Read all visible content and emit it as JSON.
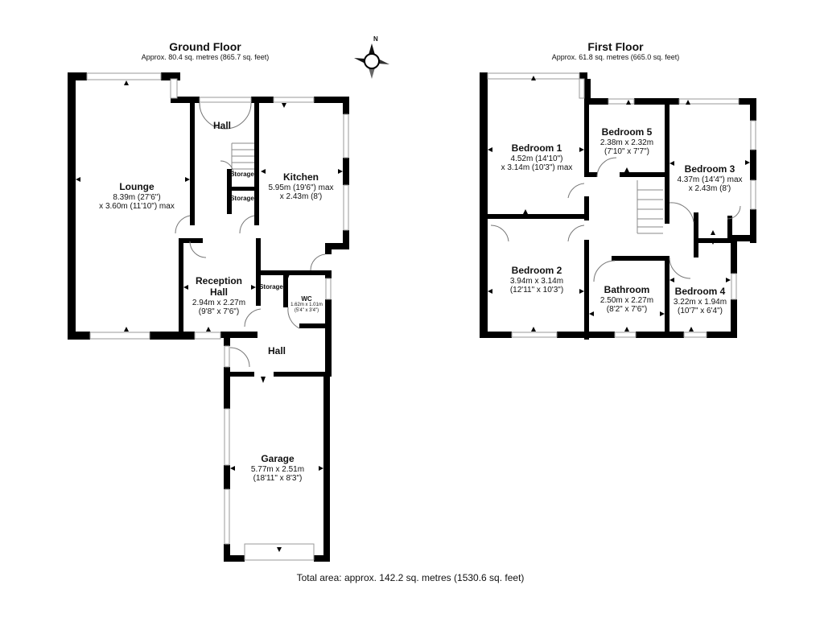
{
  "ground_floor": {
    "title": "Ground Floor",
    "area": "Approx. 80.4 sq. metres (865.7 sq. feet)",
    "rooms": [
      {
        "name": "Lounge",
        "dims": [
          "8.39m (27'6\")",
          "x 3.60m (11'10\") max"
        ]
      },
      {
        "name": "Hall",
        "dims": []
      },
      {
        "name": "Storage",
        "dims": []
      },
      {
        "name": "Storage",
        "dims": []
      },
      {
        "name": "Kitchen",
        "dims": [
          "5.95m (19'6\") max",
          "x 2.43m (8')"
        ]
      },
      {
        "name": "Reception Hall",
        "dims": [
          "2.94m x 2.27m",
          "(9'8\" x 7'6\")"
        ]
      },
      {
        "name": "Storage",
        "dims": []
      },
      {
        "name": "WC",
        "dims": [
          "1.62m x 1.01m",
          "(5'4\" x 3'4\")"
        ]
      },
      {
        "name": "Hall",
        "dims": []
      },
      {
        "name": "Garage",
        "dims": [
          "5.77m x 2.51m",
          "(18'11\" x 8'3\")"
        ]
      }
    ]
  },
  "first_floor": {
    "title": "First Floor",
    "area": "Approx. 61.8 sq. metres (665.0 sq. feet)",
    "rooms": [
      {
        "name": "Bedroom 1",
        "dims": [
          "4.52m (14'10\")",
          "x 3.14m (10'3\") max"
        ]
      },
      {
        "name": "Bedroom 5",
        "dims": [
          "2.38m x 2.32m",
          "(7'10\" x 7'7\")"
        ]
      },
      {
        "name": "Bedroom 3",
        "dims": [
          "4.37m (14'4\") max",
          "x 2.43m (8')"
        ]
      },
      {
        "name": "Bedroom 2",
        "dims": [
          "3.94m x 3.14m",
          "(12'11\" x 10'3\")"
        ]
      },
      {
        "name": "Bathroom",
        "dims": [
          "2.50m x 2.27m",
          "(8'2\" x 7'6\")"
        ]
      },
      {
        "name": "Bedroom 4",
        "dims": [
          "3.22m x 1.94m",
          "(10'7\" x 6'4\")"
        ]
      }
    ]
  },
  "compass": {
    "label": "N",
    "icon": "compass-rose-icon"
  },
  "total_area": "Total area: approx. 142.2 sq. metres (1530.6 sq. feet)"
}
